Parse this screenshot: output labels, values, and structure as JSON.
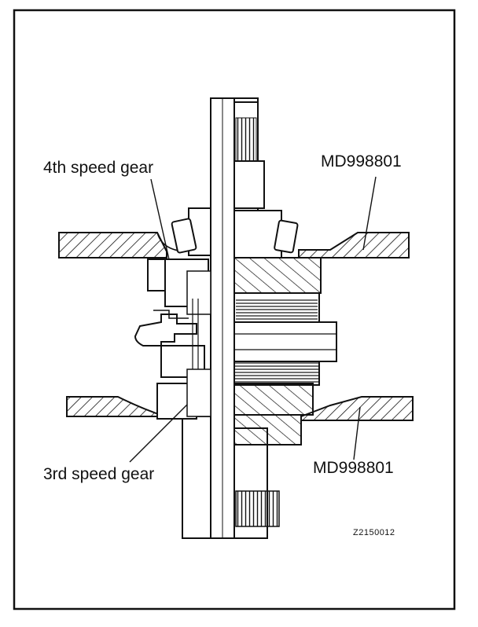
{
  "labels": {
    "top_left": "4th speed gear",
    "top_right": "MD998801",
    "bottom_left": "3rd speed gear",
    "bottom_right": "MD998801",
    "figure_code": "Z2150012"
  }
}
